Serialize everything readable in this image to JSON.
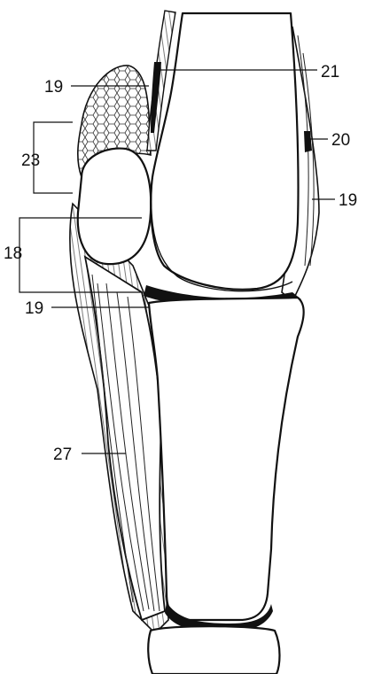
{
  "figure": {
    "labels": {
      "l19_top": "19",
      "l21": "21",
      "l20": "20",
      "l19_right": "19",
      "l23": "23",
      "l18": "18",
      "l19_mid": "19",
      "l27": "27"
    }
  }
}
